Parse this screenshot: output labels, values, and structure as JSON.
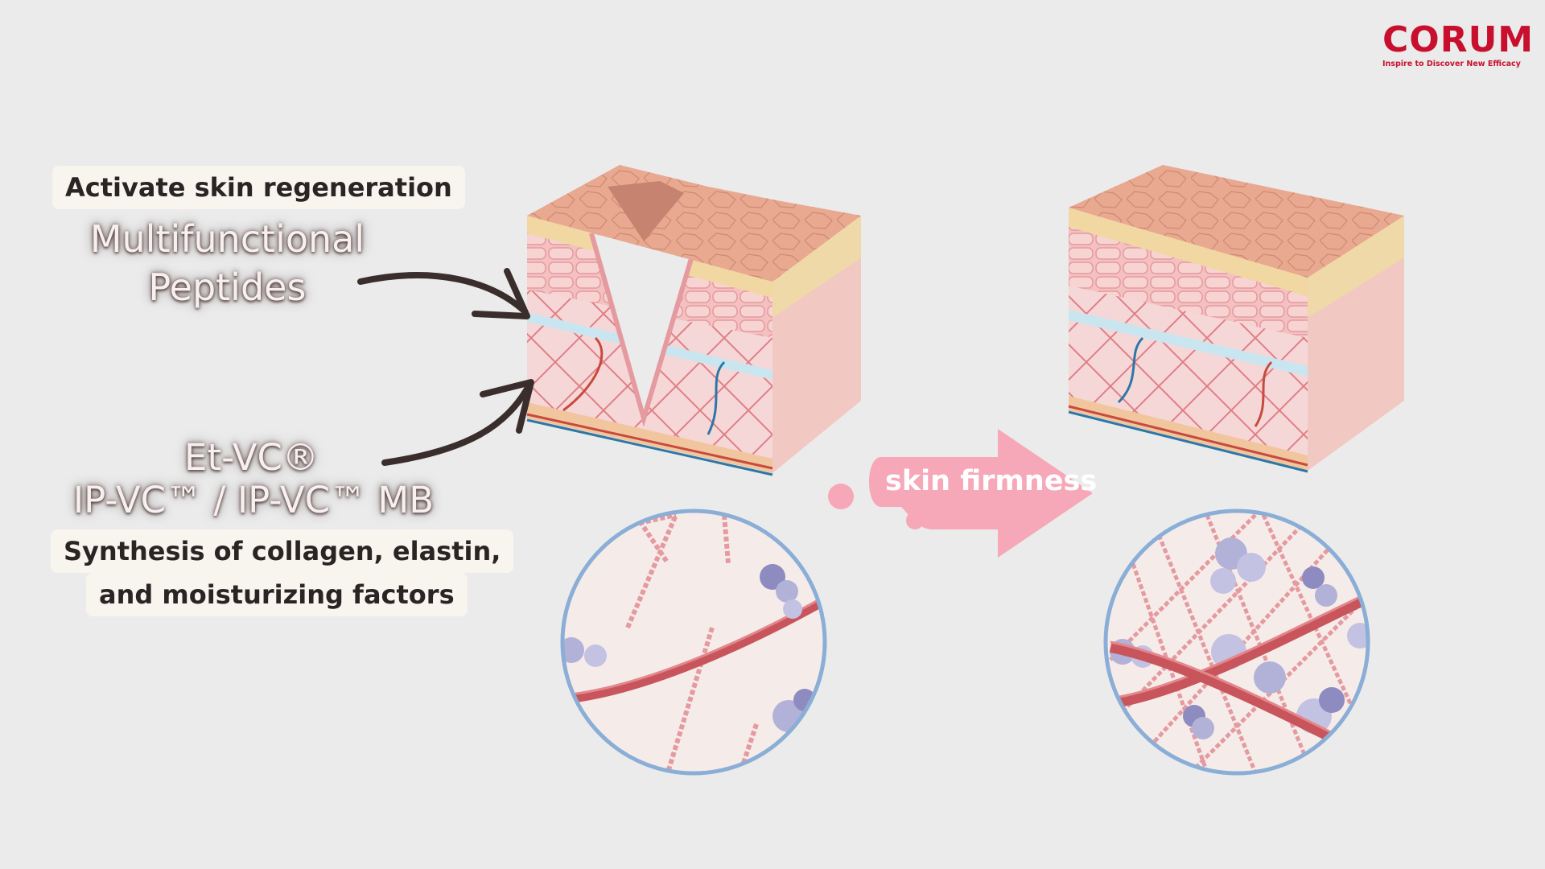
{
  "logo": {
    "wordmark": "CORUM",
    "tagline": "Inspire to Discover New Efficacy",
    "color": "#c8102e"
  },
  "labels": {
    "activate": "Activate skin regeneration",
    "peptides_line1": "Multifunctional",
    "peptides_line2": "Peptides",
    "etvc": "Et-VC®",
    "ipvc": "IP-VC™ /  IP-VC™ MB",
    "synthesis_line1": "Synthesis of collagen, elastin,",
    "synthesis_line2": "and moisturizing factors",
    "firmness": "skin firmness"
  },
  "colors": {
    "background": "#ebebeb",
    "pill": "#f8f5ef",
    "firmness_arrow": "#f6a7b8",
    "skin_top": "#e7a48c",
    "collagen": "#d8696f",
    "circle_border": "#8aaed6"
  }
}
